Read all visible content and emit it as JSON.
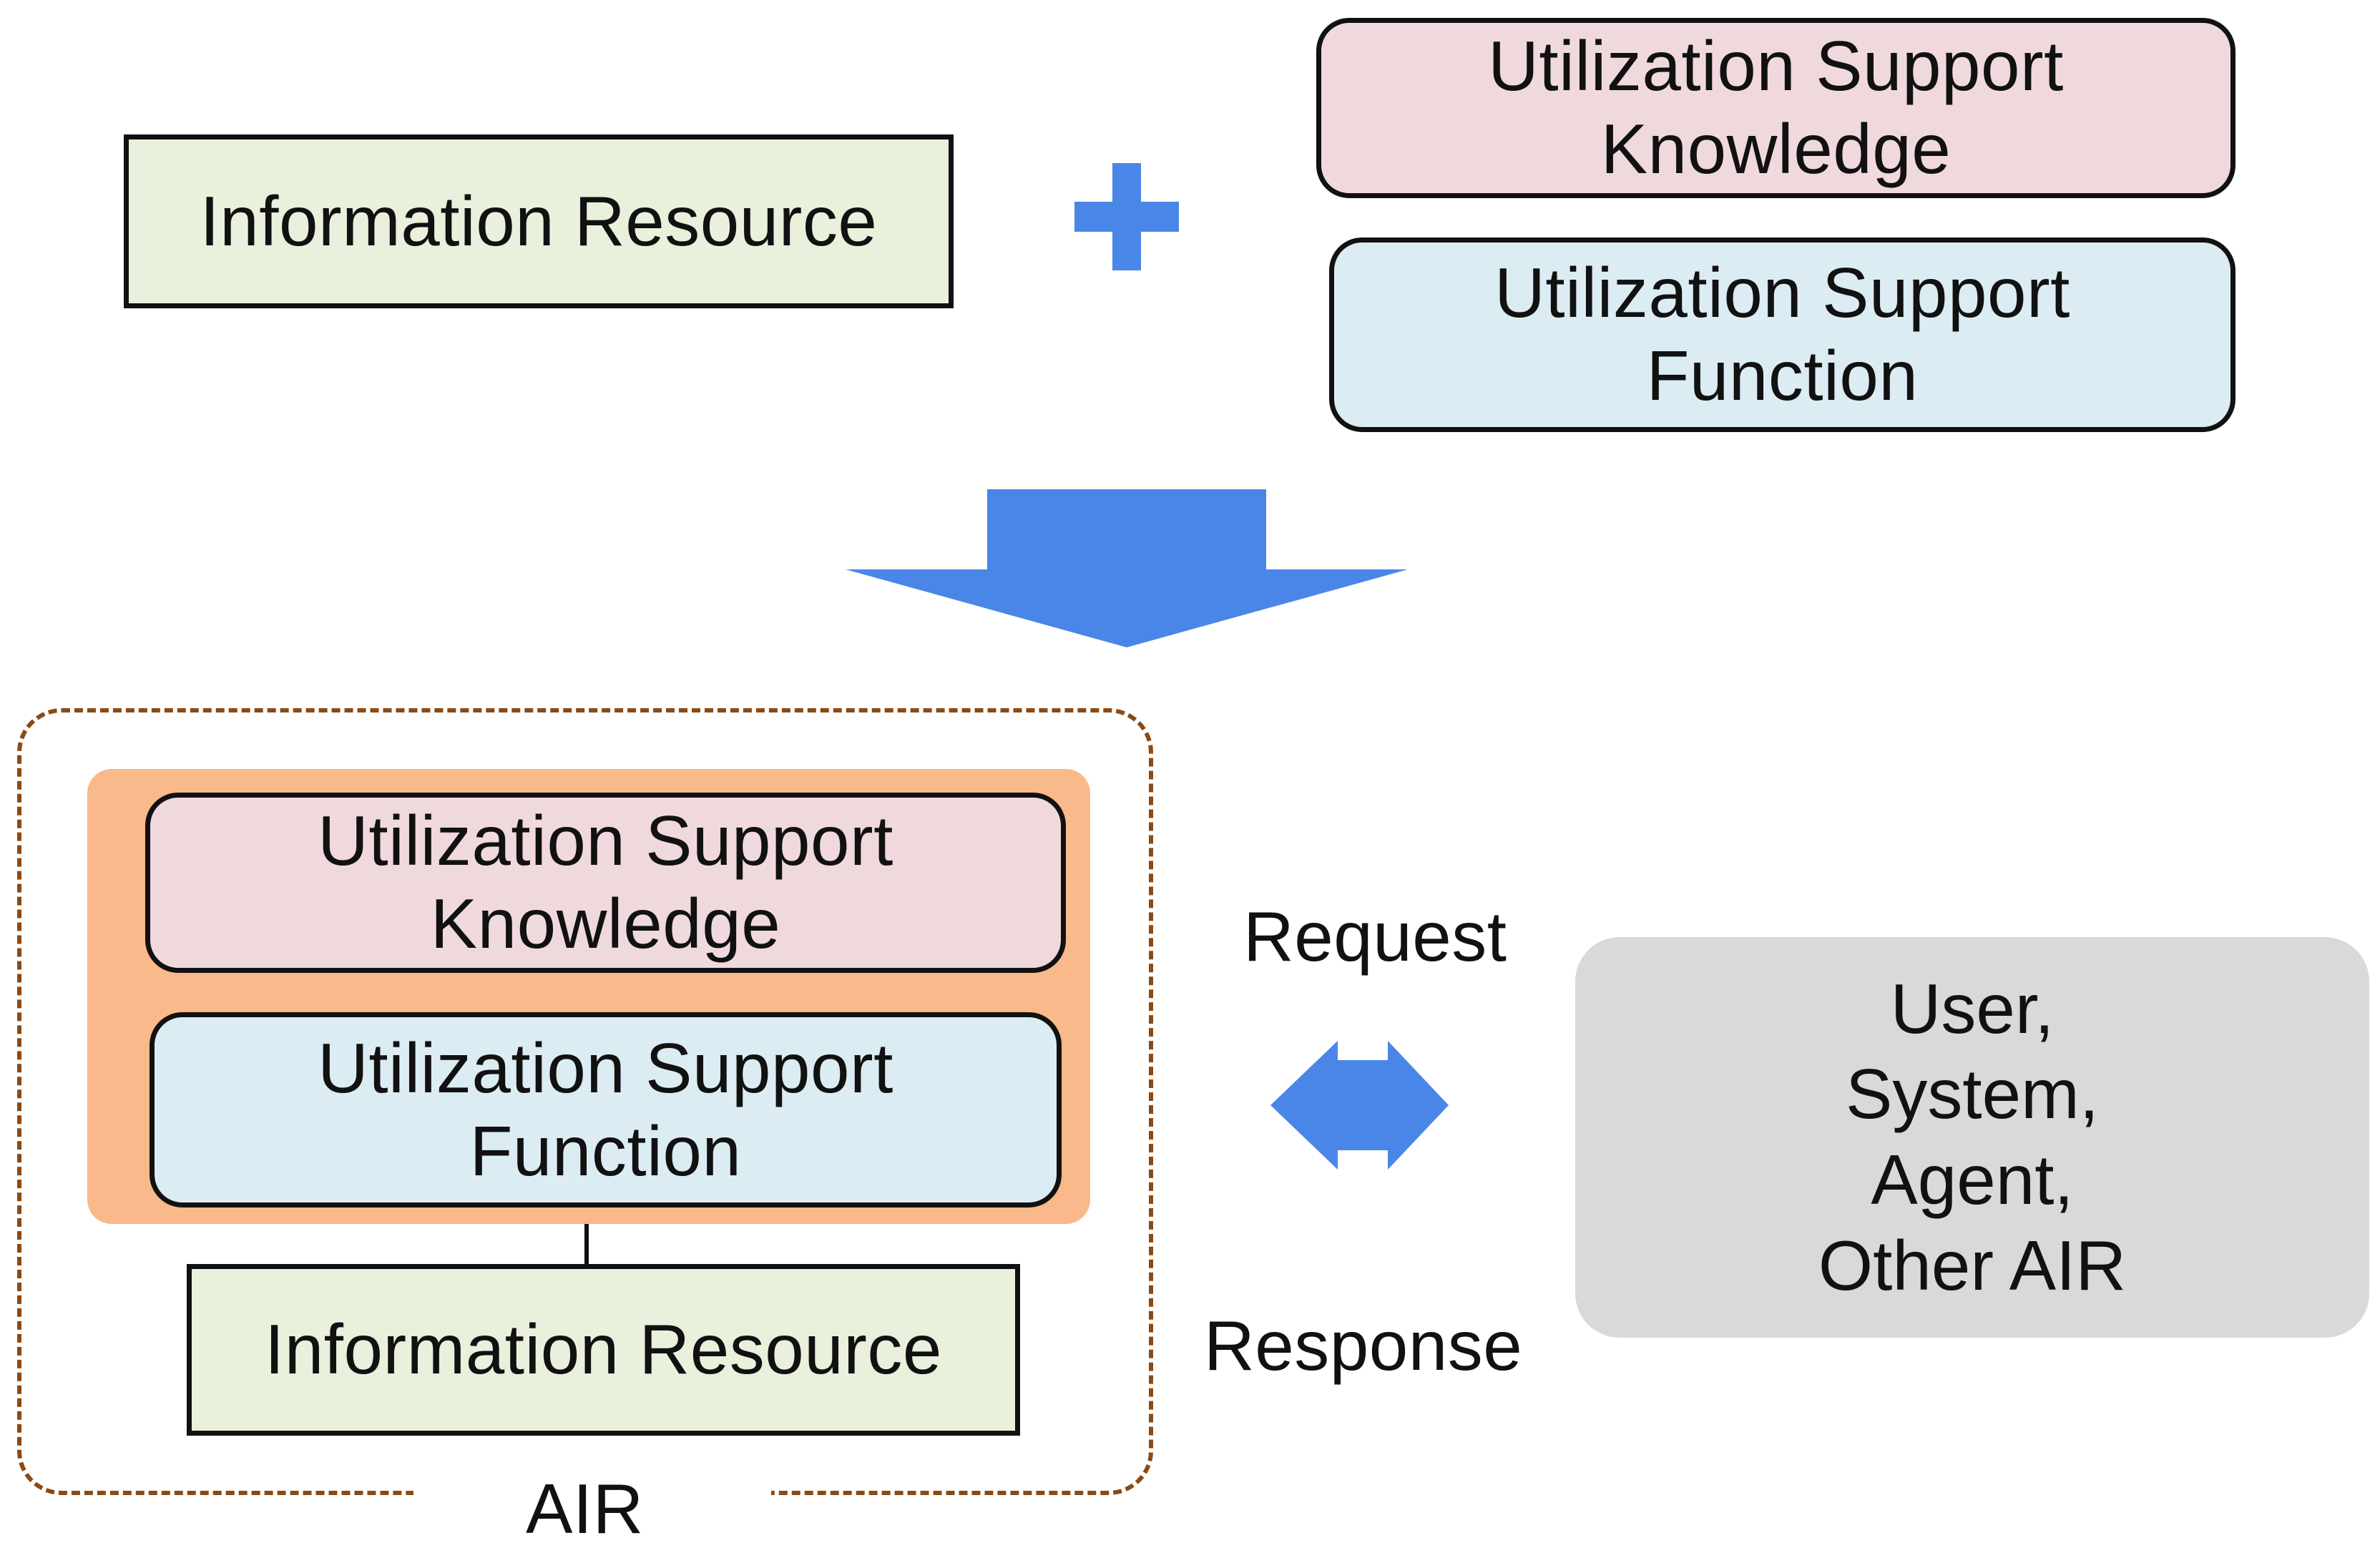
{
  "colors": {
    "accent_arrow": "#4a86e8",
    "orange_panel": "#f9b98a",
    "air_border": "#8b4a14",
    "resource_fill": "#e9f0dc",
    "knowledge_fill": "#f0d9dd",
    "function_fill": "#dcecf3",
    "actor_fill": "#d9d9d9"
  },
  "top": {
    "information_resource": "Information Resource",
    "plus_icon": "plus-icon",
    "knowledge": {
      "line1": "Utilization Support",
      "line2": "Knowledge"
    },
    "function": {
      "line1": "Utilization Support",
      "line2": "Function"
    }
  },
  "transition_icon": "down-arrow-icon",
  "air": {
    "label": "AIR",
    "knowledge": {
      "line1": "Utilization Support",
      "line2": "Knowledge"
    },
    "function": {
      "line1": "Utilization Support",
      "line2": "Function"
    },
    "information_resource": "Information Resource"
  },
  "exchange": {
    "request": "Request",
    "response": "Response",
    "icon": "double-arrow-icon"
  },
  "actors": {
    "lines": [
      "User,",
      "System,",
      "Agent,",
      "Other AIR"
    ]
  }
}
